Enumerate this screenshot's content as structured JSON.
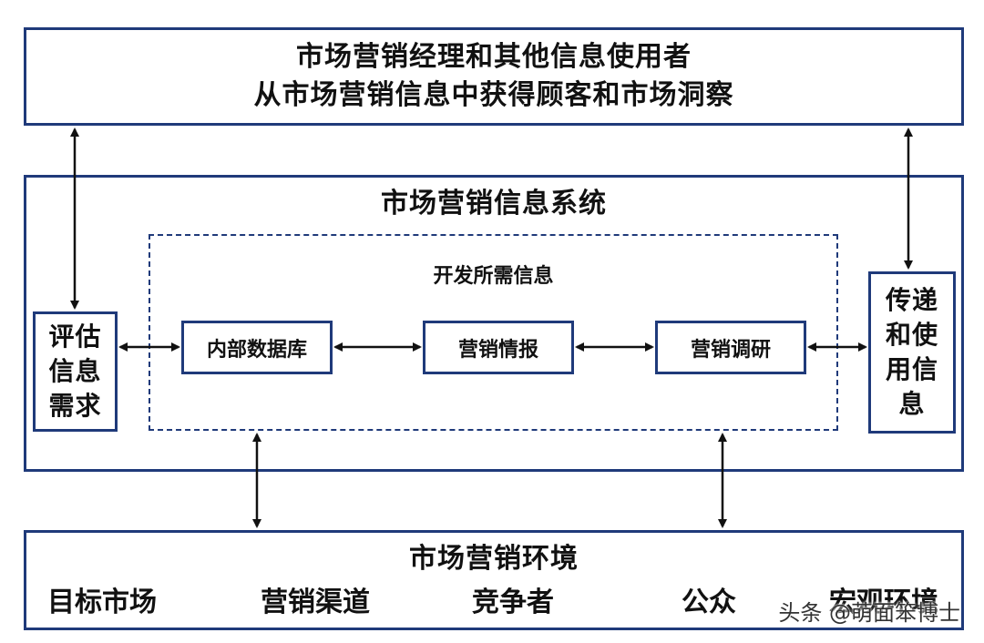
{
  "top_box": {
    "line1": "市场营销经理和其他信息使用者",
    "line2": "从市场营销信息中获得顾客和市场洞察"
  },
  "system_box": {
    "title": "市场营销信息系统"
  },
  "develop_box": {
    "title": "开发所需信息"
  },
  "left_box": {
    "line1": "评估",
    "line2": "信息",
    "line3": "需求"
  },
  "right_box": {
    "line1": "传递",
    "line2": "和使",
    "line3": "用信",
    "line4": "息"
  },
  "inner": {
    "internal_db": "内部数据库",
    "intelligence": "营销情报",
    "research": "营销调研"
  },
  "environment": {
    "title": "市场营销环境",
    "items": [
      "目标市场",
      "营销渠道",
      "竞争者",
      "公众",
      "宏观环境"
    ]
  },
  "watermark": "头条 @萌面笨博士",
  "colors": {
    "border": "#1f3a7a",
    "arrow": "#111111"
  }
}
